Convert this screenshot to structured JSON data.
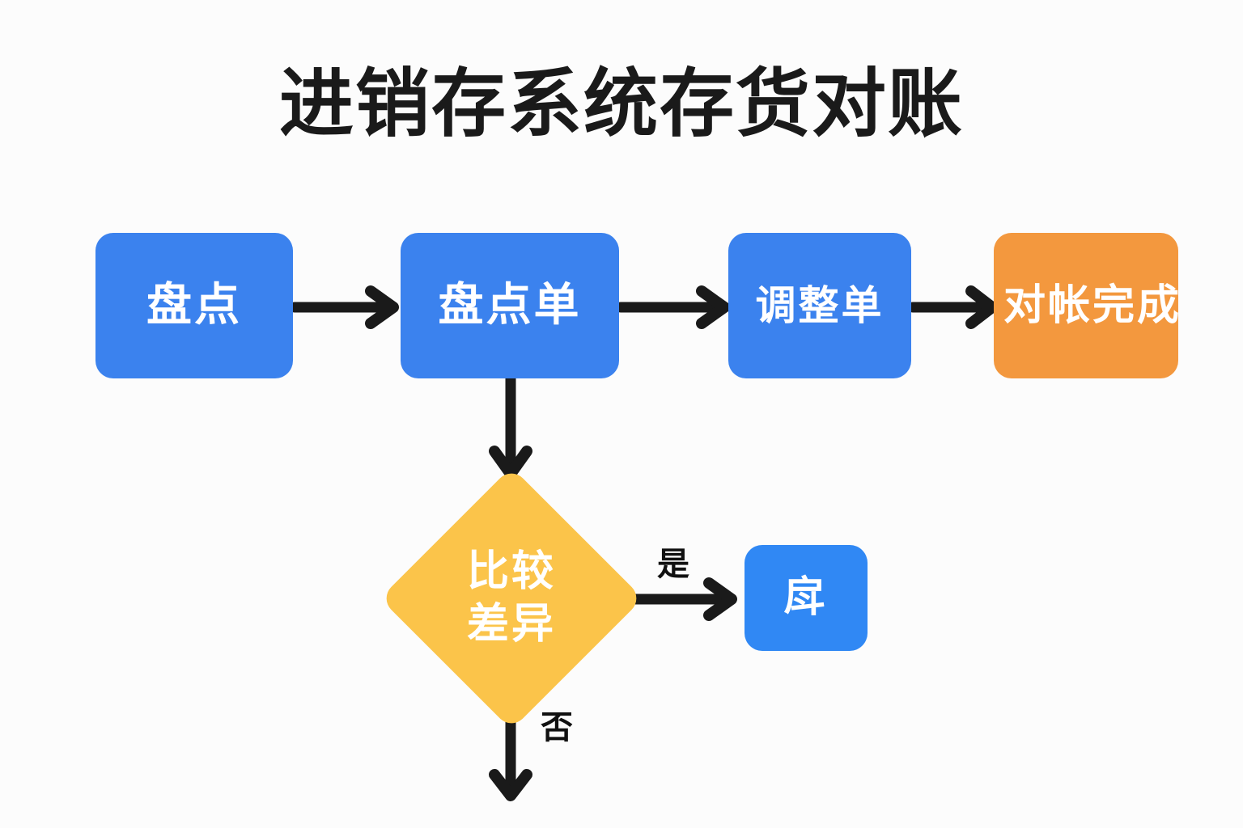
{
  "diagram": {
    "title": "进销存系统存货对账",
    "background_color": "#fcfcfc",
    "colors": {
      "process_blue": "#3b82ee",
      "terminal_orange": "#f3983e",
      "decision_yellow": "#fbc44a",
      "connector_black": "#1a1a1a",
      "node_text": "#ffffff",
      "title_text": "#1a1a1a"
    },
    "nodes": [
      {
        "id": "pandian",
        "label": "盘点",
        "shape": "rounded-rect",
        "color": "#3b82ee"
      },
      {
        "id": "pandiandan",
        "label": "盘点单",
        "shape": "rounded-rect",
        "color": "#3b82ee"
      },
      {
        "id": "tiaozhengdan",
        "label": "调整单",
        "shape": "rounded-rect",
        "color": "#3b82ee"
      },
      {
        "id": "duizhang",
        "label": "对帐完成",
        "shape": "rounded-rect",
        "color": "#f3983e"
      },
      {
        "id": "bijiao",
        "label_line1": "比较",
        "label_line2": "差异",
        "shape": "diamond",
        "color": "#fbc44a"
      },
      {
        "id": "small",
        "label": "戽",
        "shape": "rounded-rect",
        "color": "#3088f4"
      }
    ],
    "edges": [
      {
        "id": "e1",
        "from": "pandian",
        "to": "pandiandan",
        "label": "",
        "direction": "right"
      },
      {
        "id": "e2",
        "from": "pandiandan",
        "to": "tiaozhengdan",
        "label": "",
        "direction": "right"
      },
      {
        "id": "e3",
        "from": "tiaozhengdan",
        "to": "duizhang",
        "label": "",
        "direction": "right"
      },
      {
        "id": "e4",
        "from": "pandiandan",
        "to": "bijiao",
        "label": "",
        "direction": "down"
      },
      {
        "id": "e5",
        "from": "bijiao",
        "to": "small",
        "label": "是",
        "direction": "right"
      },
      {
        "id": "e6",
        "from": "bijiao",
        "to": "",
        "label": "否",
        "direction": "down"
      }
    ],
    "edge_labels": {
      "yes": "是",
      "no": "否"
    }
  }
}
